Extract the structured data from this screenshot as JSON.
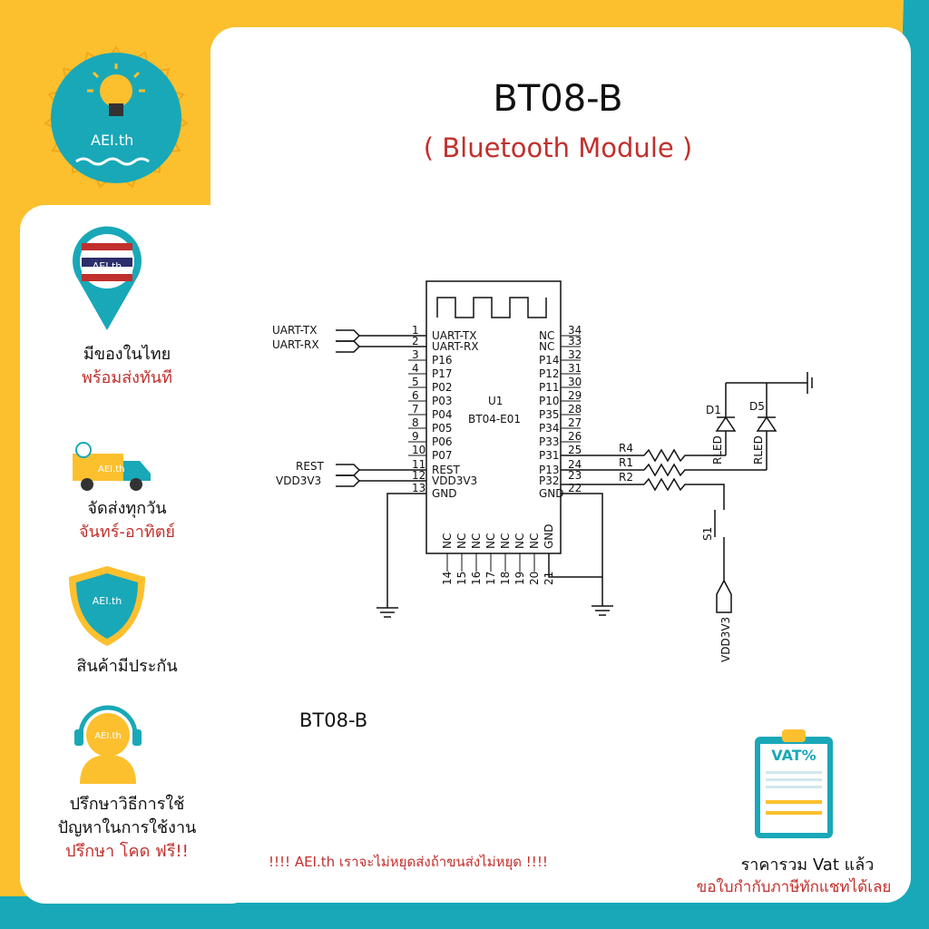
{
  "brand": {
    "logo_text": "AEI.th"
  },
  "header": {
    "title": "BT08-B",
    "subtitle": "( Bluetooth Module )"
  },
  "features": [
    {
      "icon": "map-pin-flag-icon",
      "line1": "มีของในไทย",
      "line2": "พร้อมส่งทันที",
      "icon_text": "AEI.th"
    },
    {
      "icon": "delivery-truck-icon",
      "line1": "จัดส่งทุกวัน",
      "line2": "จันทร์-อาทิตย์",
      "icon_text": "AEI.th"
    },
    {
      "icon": "shield-icon",
      "line1": "สินค้ามีประกัน",
      "line2": "",
      "icon_text": "AEI.th"
    },
    {
      "icon": "support-headset-icon",
      "line1": "ปรึกษาวิธีการใช้",
      "line1b": "ปัญหาในการใช้งาน",
      "line2": "ปรึกษา โคด ฟรี!!",
      "icon_text": "AEI.th"
    }
  ],
  "schematic": {
    "chip_ref": "U1",
    "chip_name": "BT04-E01",
    "left_pins": [
      {
        "num": "1",
        "name": "UART-TX"
      },
      {
        "num": "2",
        "name": "UART-RX"
      },
      {
        "num": "3",
        "name": "P16"
      },
      {
        "num": "4",
        "name": "P17"
      },
      {
        "num": "5",
        "name": "P02"
      },
      {
        "num": "6",
        "name": "P03"
      },
      {
        "num": "7",
        "name": "P04"
      },
      {
        "num": "8",
        "name": "P05"
      },
      {
        "num": "9",
        "name": "P06"
      },
      {
        "num": "10",
        "name": "P07"
      },
      {
        "num": "11",
        "name": "REST"
      },
      {
        "num": "12",
        "name": "VDD3V3"
      },
      {
        "num": "13",
        "name": "GND"
      }
    ],
    "right_pins": [
      {
        "num": "34",
        "name": "NC"
      },
      {
        "num": "33",
        "name": "NC"
      },
      {
        "num": "32",
        "name": "P14"
      },
      {
        "num": "31",
        "name": "P12"
      },
      {
        "num": "30",
        "name": "P11"
      },
      {
        "num": "29",
        "name": "P10"
      },
      {
        "num": "28",
        "name": "P35"
      },
      {
        "num": "27",
        "name": "P34"
      },
      {
        "num": "26",
        "name": "P33"
      },
      {
        "num": "25",
        "name": "P31"
      },
      {
        "num": "24",
        "name": "P13"
      },
      {
        "num": "23",
        "name": "P32"
      },
      {
        "num": "22",
        "name": "GND"
      }
    ],
    "bottom_pins": [
      {
        "num": "14",
        "name": "NC"
      },
      {
        "num": "15",
        "name": "NC"
      },
      {
        "num": "16",
        "name": "NC"
      },
      {
        "num": "17",
        "name": "NC"
      },
      {
        "num": "18",
        "name": "NC"
      },
      {
        "num": "19",
        "name": "NC"
      },
      {
        "num": "20",
        "name": "NC"
      },
      {
        "num": "21",
        "name": "GND"
      }
    ],
    "net_labels": {
      "uart_tx": "UART-TX",
      "uart_rx": "UART-RX",
      "rest": "REST",
      "vdd": "VDD3V3",
      "vdd_bottom": "VDD3V3"
    },
    "components": {
      "r4": "R4",
      "r1": "R1",
      "r2": "R2",
      "d1": "D1",
      "d5": "D5",
      "rled1": "RLED",
      "rled2": "RLED",
      "s1": "S1"
    }
  },
  "caption": "BT08-B",
  "footer": {
    "note": "!!!!  AEI.th เราจะไม่หยุดส่งถ้าขนส่งไม่หยุด  !!!!"
  },
  "vat": {
    "badge": "VAT%",
    "line1": "ราคารวม Vat แล้ว",
    "line2": "ขอใบกำกับภาษีทักแชทได้เลย"
  },
  "colors": {
    "yellow": "#fcc02e",
    "teal": "#19a8b8",
    "red": "#c0302d"
  }
}
